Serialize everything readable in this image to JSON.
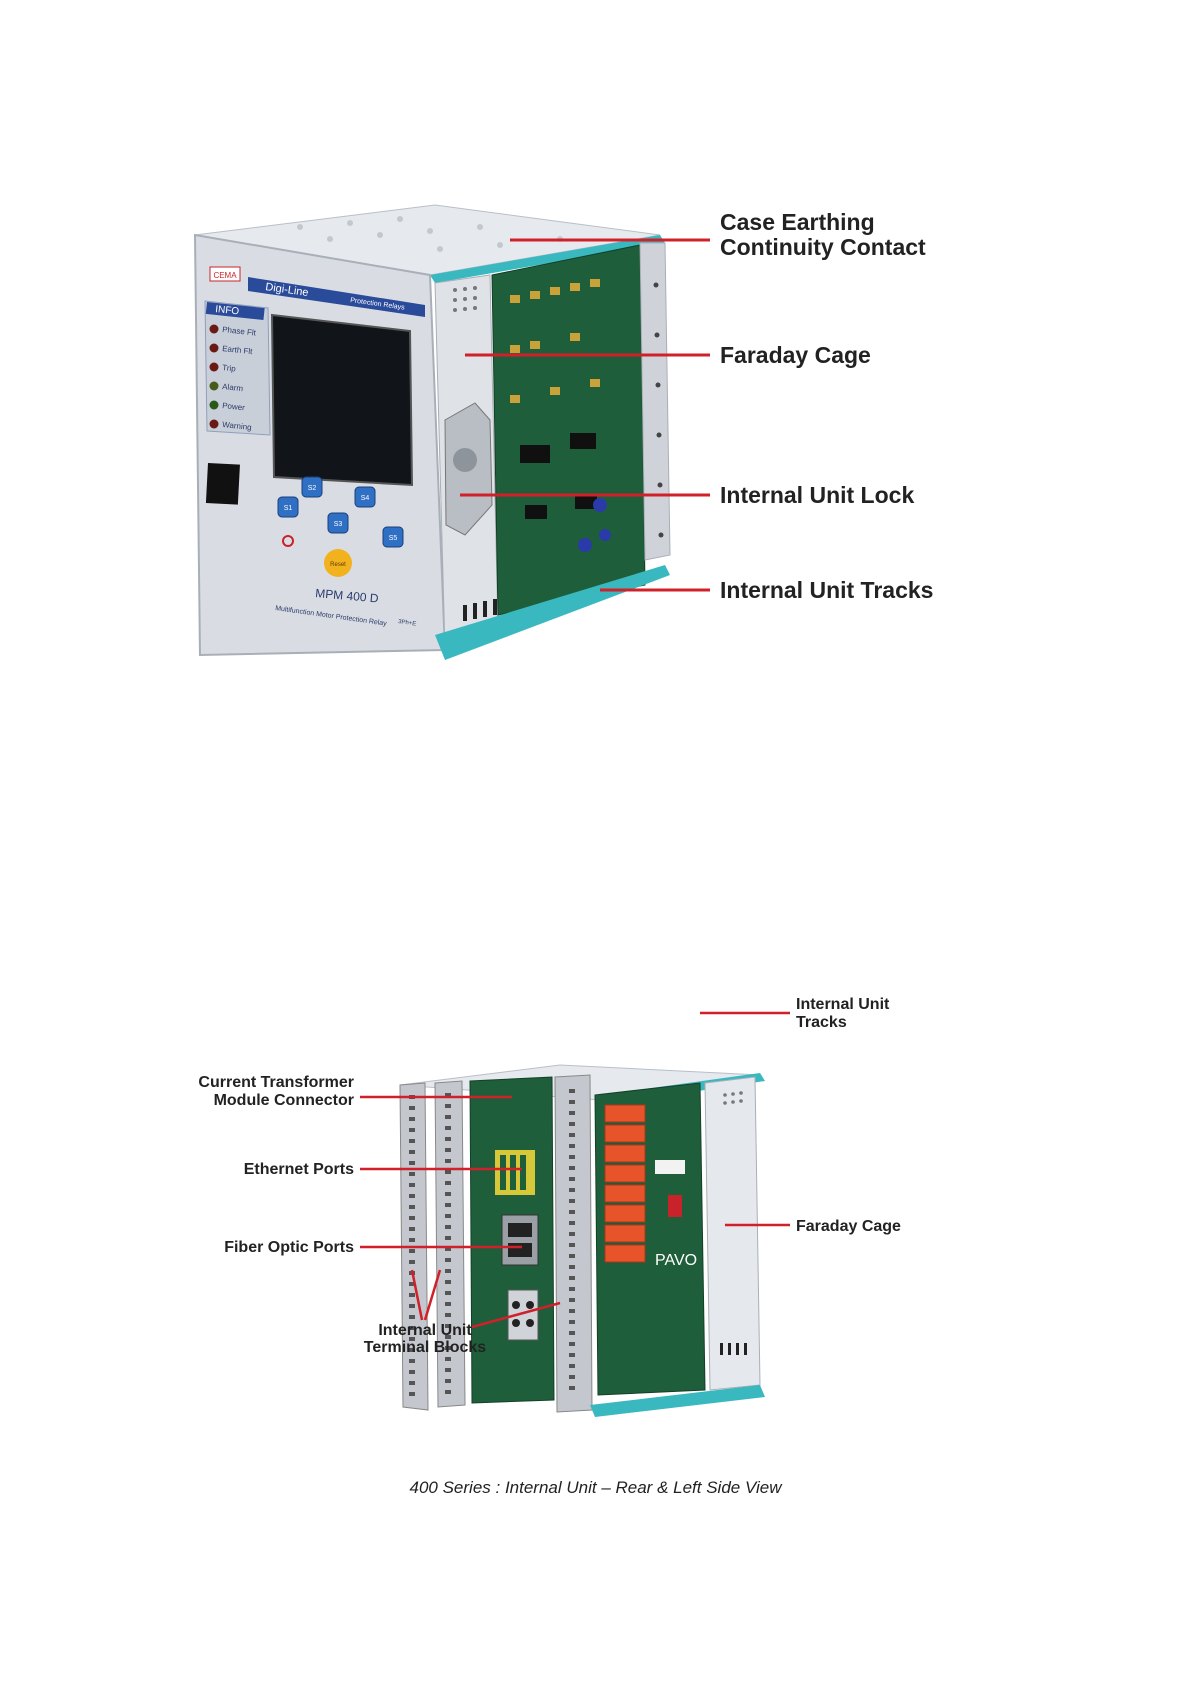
{
  "figure1": {
    "device": {
      "brand_text": "Digi-Line",
      "brand_sub": "Protection Relays",
      "logo": "CEMA",
      "info_header": "INFO",
      "leds": [
        {
          "label": "Phase Flt",
          "color": "#6a1a14"
        },
        {
          "label": "Earth Flt",
          "color": "#6a1a14"
        },
        {
          "label": "Trip",
          "color": "#6a1a14"
        },
        {
          "label": "Alarm",
          "color": "#4a5a1a"
        },
        {
          "label": "Power",
          "color": "#2a5a1a"
        },
        {
          "label": "Warning",
          "color": "#6a1a14"
        }
      ],
      "model": "MPM 400 D",
      "model_sub": "Multifunction Motor Protection Relay",
      "keys": [
        "S1",
        "S2",
        "S3",
        "S4",
        "S5"
      ],
      "reset_label": "Reset",
      "rating": "3Ph+E"
    },
    "callouts": [
      {
        "lines": [
          "Case Earthing",
          "Continuity Contact"
        ]
      },
      {
        "lines": [
          "Faraday Cage"
        ]
      },
      {
        "lines": [
          "Internal Unit Lock"
        ]
      },
      {
        "lines": [
          "Internal Unit Tracks"
        ]
      }
    ]
  },
  "figure2": {
    "device": {
      "board_brand": "PAVO"
    },
    "callouts_left": [
      {
        "lines": [
          "Current Transformer",
          "Module Connector"
        ]
      },
      {
        "lines": [
          "Ethernet Ports"
        ]
      },
      {
        "lines": [
          "Fiber Optic Ports"
        ]
      }
    ],
    "callouts_right": [
      {
        "lines": [
          "Internal Unit",
          "Tracks"
        ]
      },
      {
        "lines": [
          "Faraday Cage"
        ]
      }
    ],
    "callout_bottom": {
      "lines": [
        "Internal Unit",
        "Terminal Blocks"
      ]
    },
    "caption": "400 Series : Internal Unit – Rear & Left Side View"
  },
  "colors": {
    "leader": "#d0202a",
    "teal_track": "#3ab8c0",
    "pcb_green": "#1f5e3a",
    "relay_orange": "#e8542a",
    "panel_grey": "#d9dde3"
  }
}
